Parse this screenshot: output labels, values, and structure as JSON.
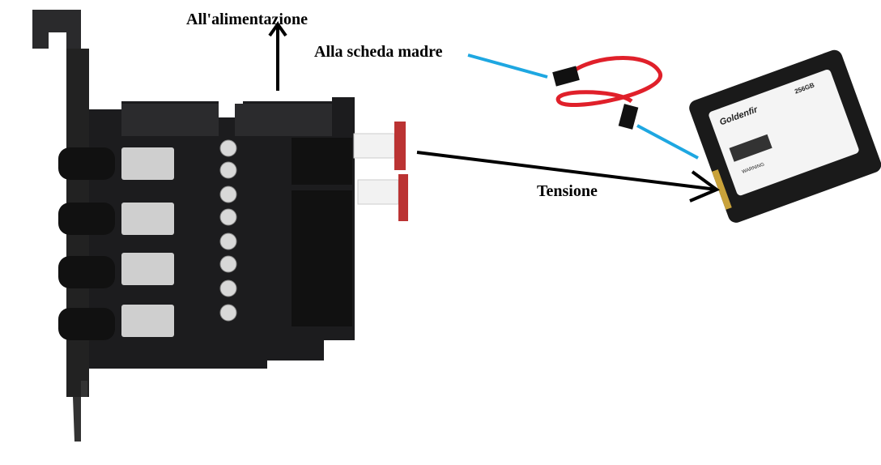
{
  "labels": {
    "power": "All'alimentazione",
    "motherboard": "Alla scheda madre",
    "voltage": "Tensione"
  },
  "ssd": {
    "brand": "Goldenfir",
    "capacity": "256GB",
    "warning": "WARNING"
  },
  "colors": {
    "sata_line": "#1ea7e1",
    "arrow": "#000000",
    "cable": "#e0202a",
    "pcb": "#1c1c1e"
  }
}
